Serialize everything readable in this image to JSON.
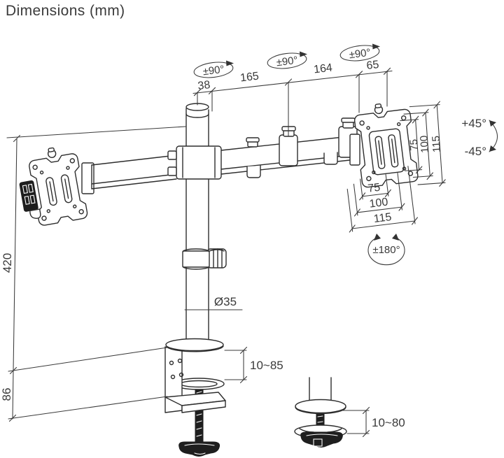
{
  "title": "Dimensions (mm)",
  "colors": {
    "line": "#2d2d2d",
    "text": "#3a3a3a",
    "background": "#ffffff",
    "dark_accent": "#1e1e1e"
  },
  "dimensions": {
    "top_chain": [
      "38",
      "165",
      "164",
      "65"
    ],
    "vesa_vertical": [
      "75",
      "100",
      "115"
    ],
    "vesa_horizontal": [
      "75",
      "100",
      "115"
    ],
    "pole_height": "420",
    "clamp_body_height": "86",
    "pole_diameter": "Ø35",
    "clamp_desk_thickness": "10~85",
    "grommet_desk_thickness": "10~80"
  },
  "rotations": {
    "swivel_labels": [
      "±90°",
      "±90°",
      "±90°"
    ],
    "tilt_up": "+45°",
    "tilt_down": "-45°",
    "pivot": "±180°"
  },
  "icons": {
    "swivel": "rotation-ellipse-arrow-icon",
    "tilt": "curved-double-arrow-icon",
    "pivot": "circular-rotation-arrow-icon"
  }
}
